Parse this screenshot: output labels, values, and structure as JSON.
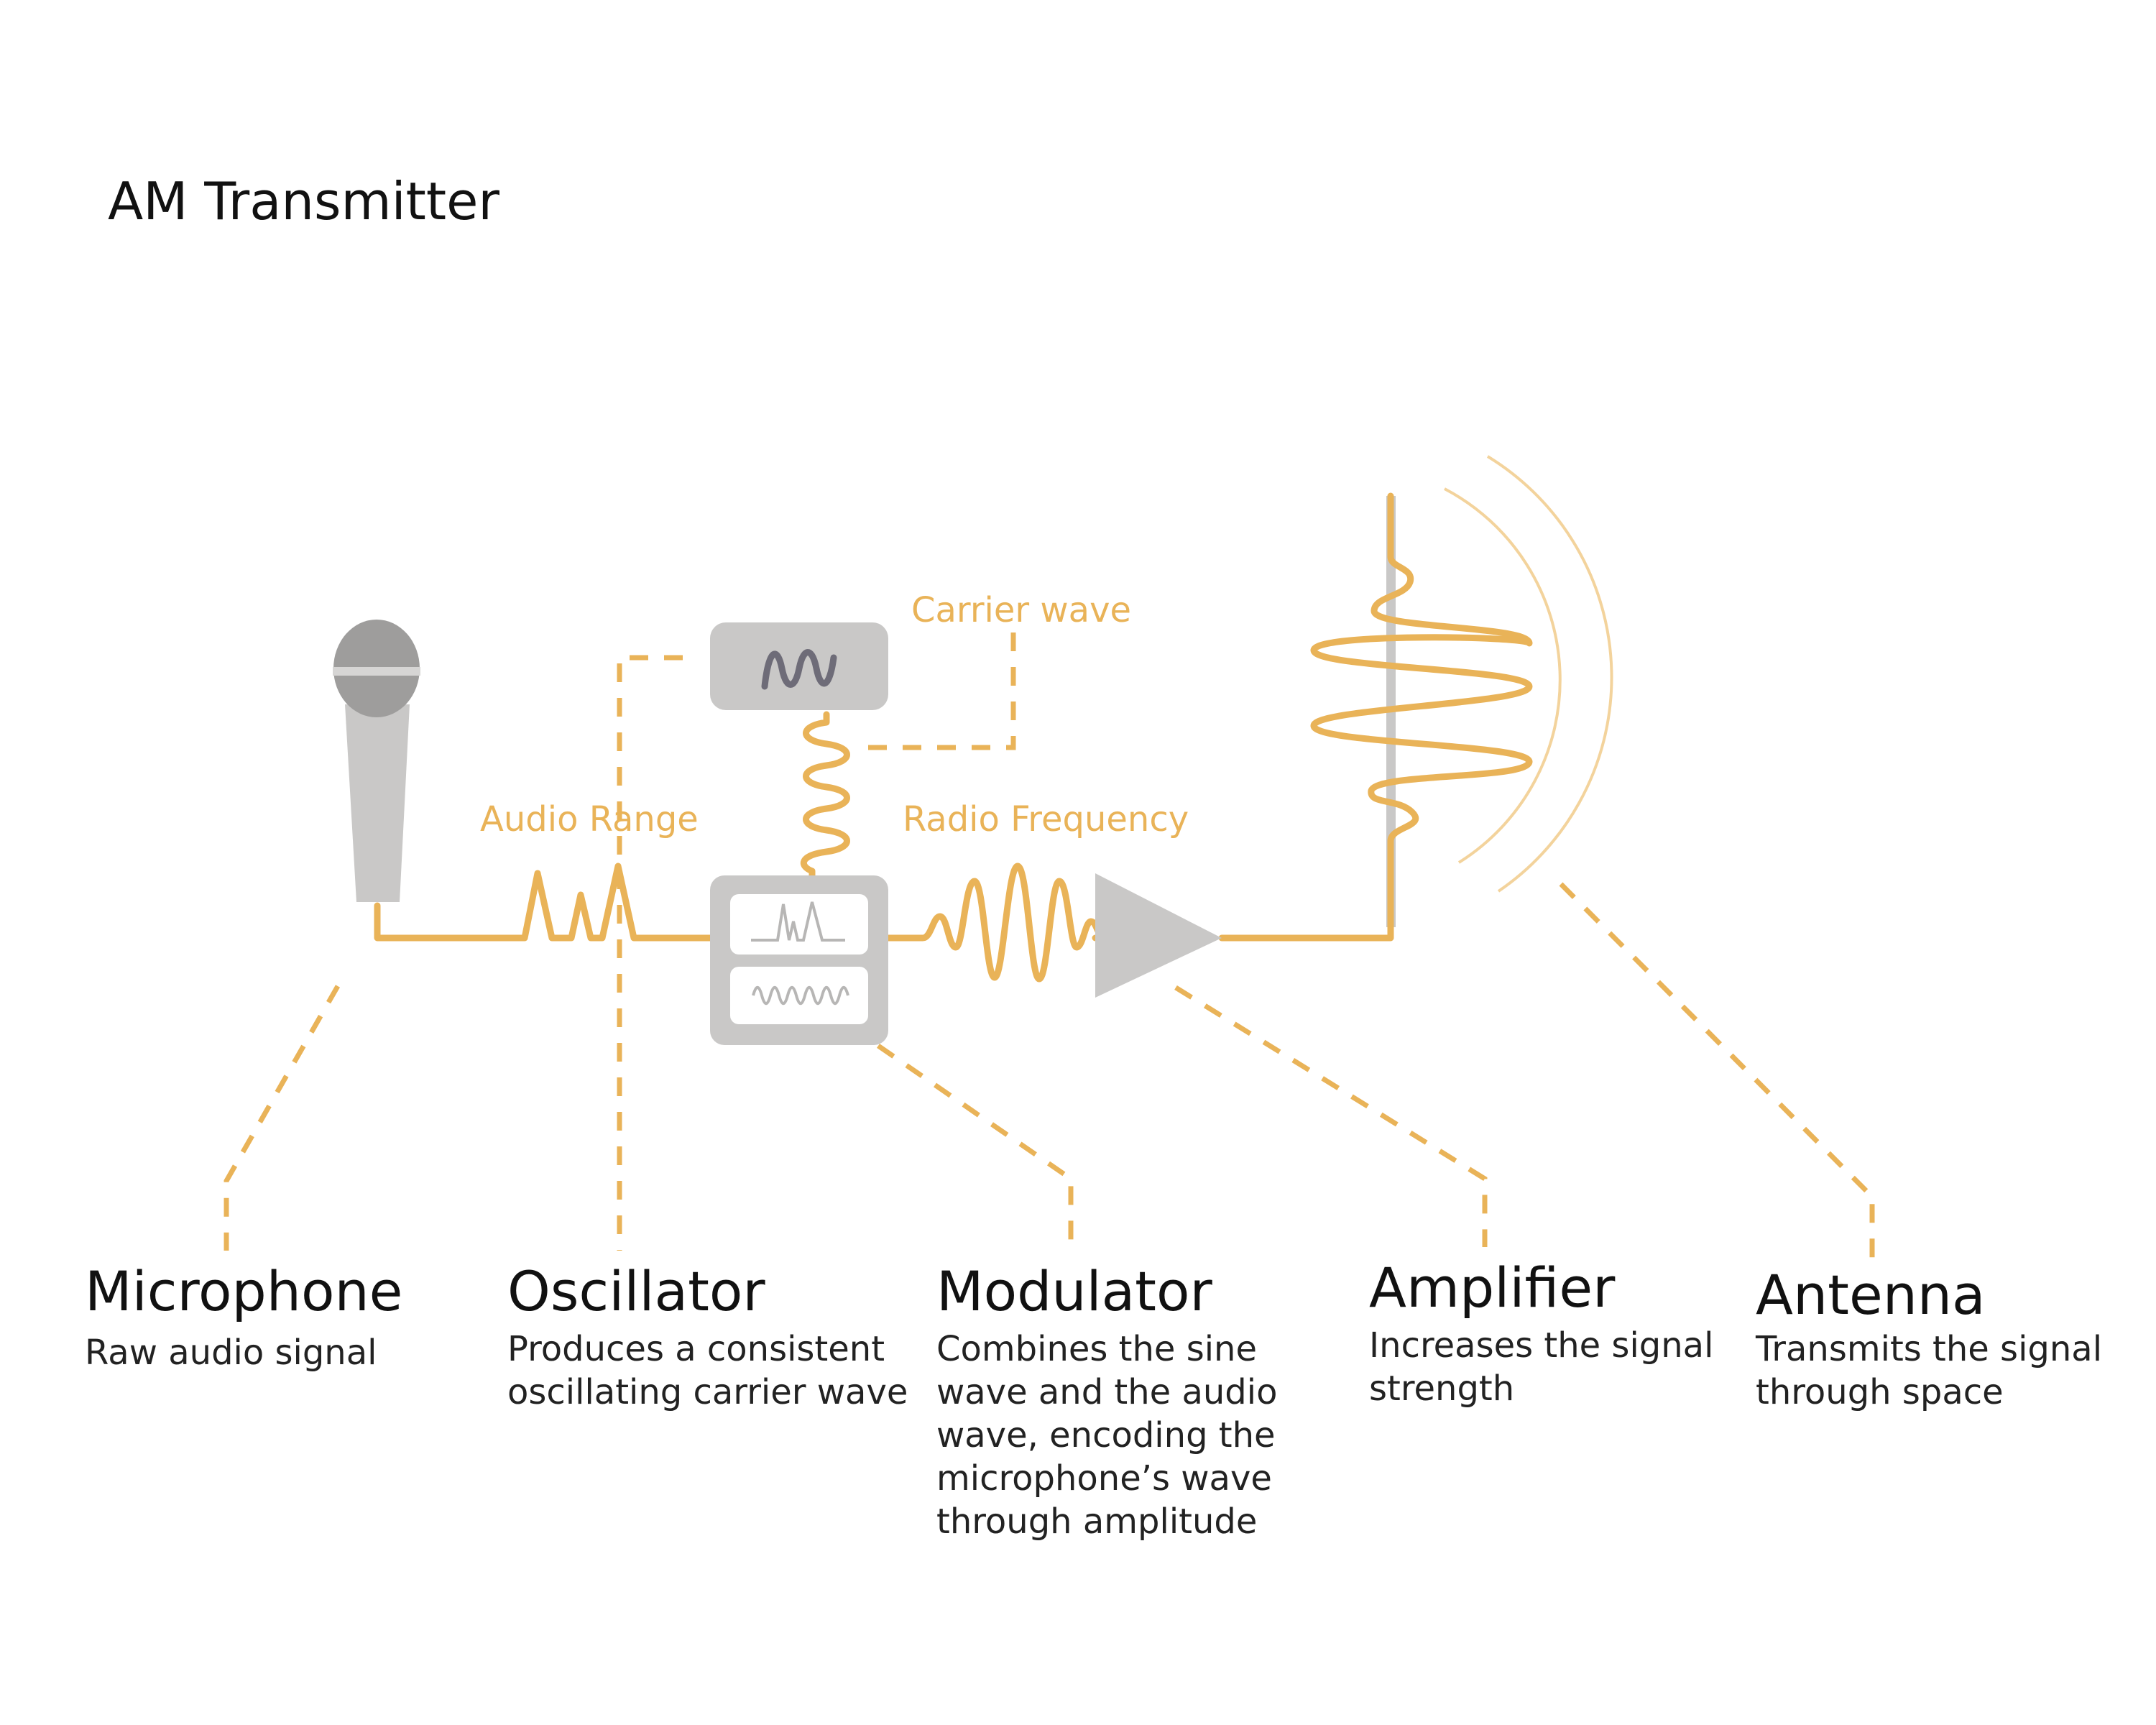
{
  "title": "AM Transmitter",
  "wave_labels": {
    "audio_range": "Audio Range",
    "carrier_wave": "Carrier wave",
    "radio_frequency": "Radio Frequency"
  },
  "components": [
    {
      "name": "Microphone",
      "description": [
        "Raw audio signal"
      ]
    },
    {
      "name": "Oscillator",
      "description": [
        "Produces a consistent",
        "oscillating carrier wave"
      ]
    },
    {
      "name": "Modulator",
      "description": [
        "Combines the sine",
        "wave and the audio",
        "wave, encoding the",
        "microphone’s wave",
        "through amplitude"
      ]
    },
    {
      "name": "Amplifier",
      "description": [
        "Increases the signal",
        "strength"
      ]
    },
    {
      "name": "Antenna",
      "description": [
        "Transmits the signal",
        "through space"
      ]
    }
  ],
  "colors": {
    "accent": "#E9B358",
    "device_gray": "#C9C8C7",
    "device_dark_gray": "#9E9D9C",
    "oscillator_wave": "#6E6C78",
    "text": "#111111"
  },
  "icons": [
    "microphone-icon",
    "oscillator-icon",
    "modulator-icon",
    "amplifier-icon",
    "antenna-icon"
  ]
}
